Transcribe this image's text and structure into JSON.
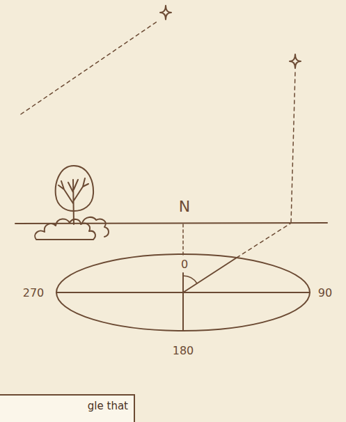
{
  "diagram": {
    "nodes": [
      {
        "text": [
          "gle that"
        ]
      }
    ],
    "labels": [
      "N",
      "0",
      "270",
      "90",
      "180"
    ]
  }
}
